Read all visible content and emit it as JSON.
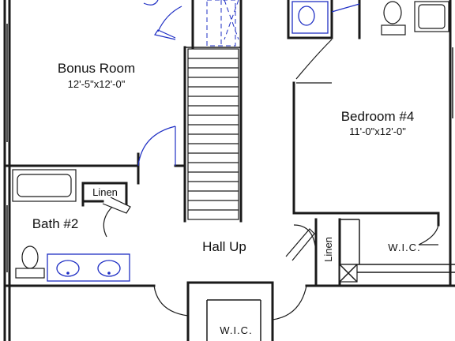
{
  "rooms": {
    "bonus": {
      "name": "Bonus Room",
      "dims": "12'-5\"x12'-0\""
    },
    "bedroom4": {
      "name": "Bedroom #4",
      "dims": "11'-0\"x12'-0\""
    },
    "bath2": {
      "name": "Bath #2"
    },
    "hall": {
      "name": "Hall Up"
    },
    "linen_left": {
      "name": "Linen"
    },
    "linen_right": {
      "name": "Linen"
    },
    "wic_right": {
      "name": "W.I.C."
    },
    "wic_bottom": {
      "name": "W.I.C."
    }
  },
  "stairs": {
    "tread_count": 18
  }
}
